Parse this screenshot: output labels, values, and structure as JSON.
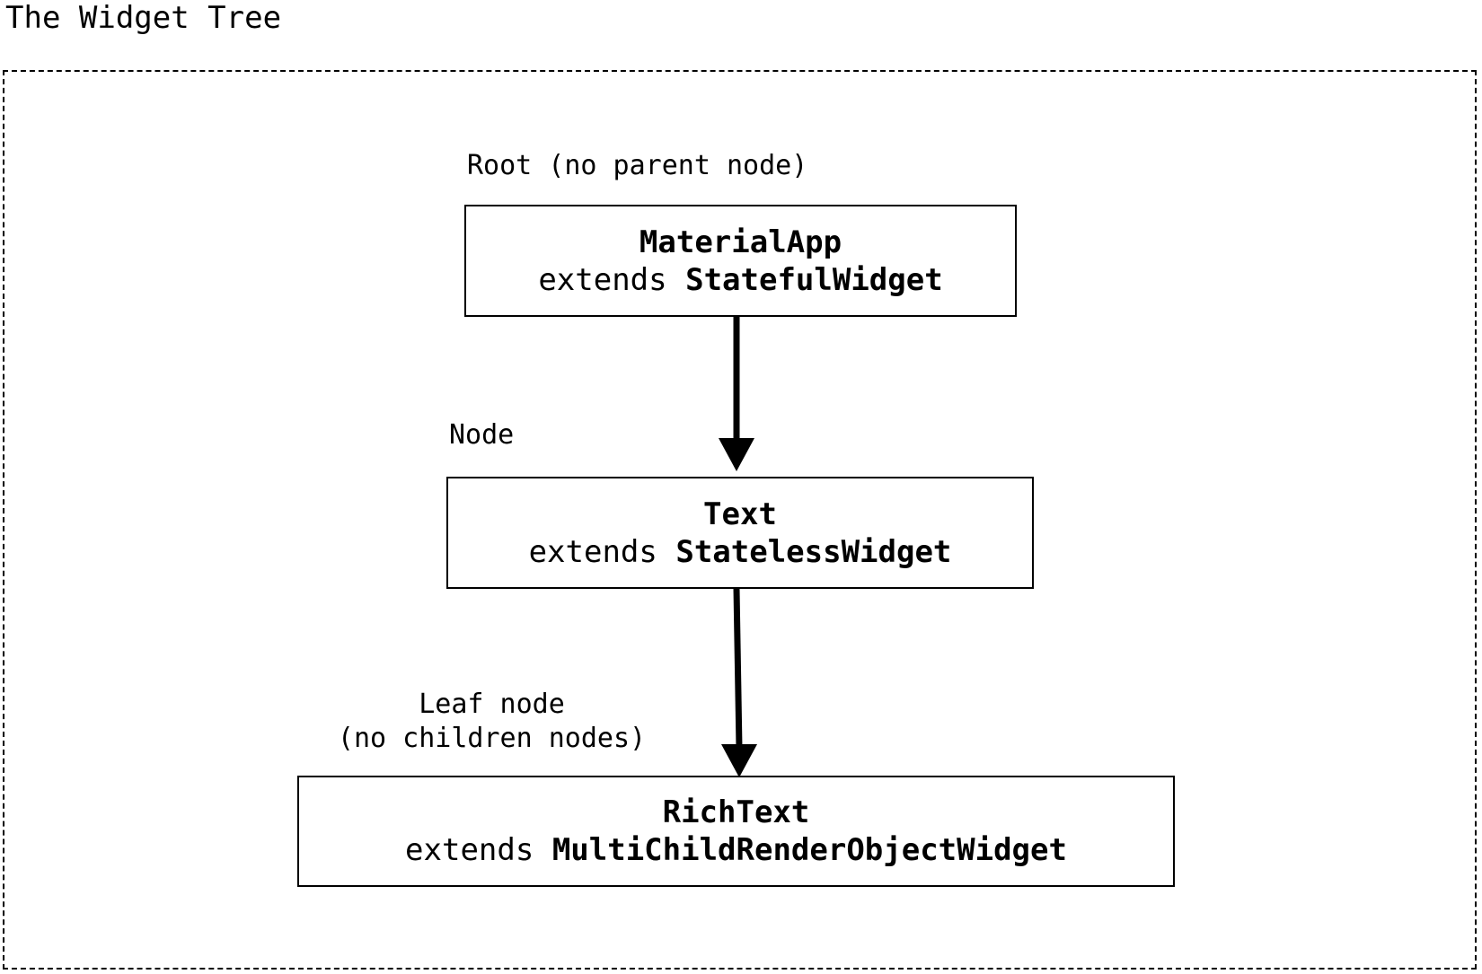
{
  "title": "The Widget Tree",
  "nodes": [
    {
      "label": "Root (no parent node)",
      "name": "MaterialApp",
      "extends_word": "extends",
      "base_class": "StatefulWidget"
    },
    {
      "label": "Node",
      "name": "Text",
      "extends_word": "extends",
      "base_class": "StatelessWidget"
    },
    {
      "label_line1": "Leaf node",
      "label_line2": "(no children nodes)",
      "name": "RichText",
      "extends_word": "extends",
      "base_class": "MultiChildRenderObjectWidget"
    }
  ],
  "edges": [
    {
      "from": "MaterialApp",
      "to": "Text"
    },
    {
      "from": "Text",
      "to": "RichText"
    }
  ]
}
